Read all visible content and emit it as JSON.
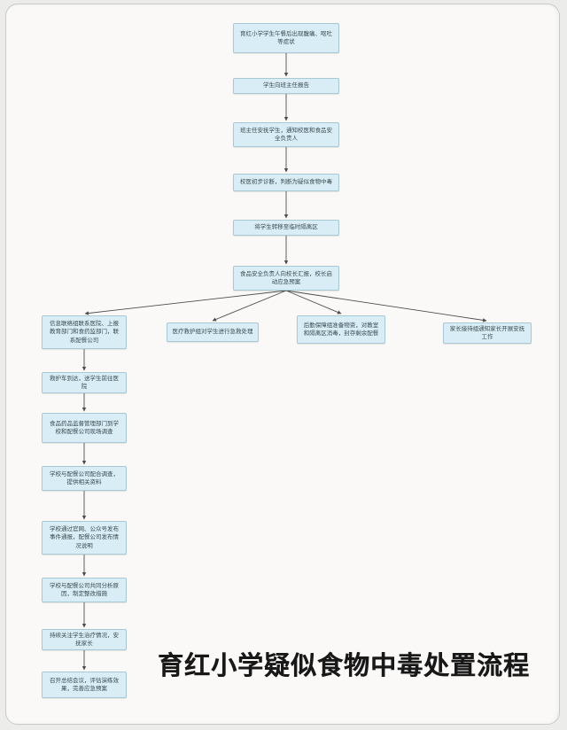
{
  "page": {
    "title": "育红小学疑似食物中毒处置流程",
    "background": "#faf9f7"
  },
  "colors": {
    "node_fill": "#d8edf5",
    "node_border": "#a9c8d4",
    "node_text": "#3b4a52",
    "arrow": "#4d4d4d",
    "title_text": "#181818",
    "frame_border": "#c9c9c6"
  },
  "nodes": {
    "symptoms": "育红小学学生午餐后出现腹痛、呕吐等症状",
    "report_teacher": "学生向班主任报告",
    "teacher_notify": "班主任安抚学生，通知校医和食品安全负责人",
    "doctor_diagnose": "校医初步诊断，判断为疑似食物中毒",
    "isolate": "将学生转移至临时隔离区",
    "principal_activate": "食品安全负责人向校长汇报，校长启动应急预案",
    "info_group": "信息联络组联系医院、上报教育部门和食药监部门，联系配餐公司",
    "medical_group": "医疗救护组对学生进行急救处理",
    "logistics_group": "后勤保障组准备物资，对教室和隔离区消毒，封存剩余配餐",
    "parents_group": "家长接待组通知家长开展安抚工作",
    "ambulance": "救护车到达，送学生前往医院",
    "fda_investigate": "食品药品监督管理部门到学校和配餐公司现场调查",
    "cooperate": "学校与配餐公司配合调查，提供相关资料",
    "publish": "学校通过官网、公众号发布事件通报，配餐公司发布情况说明",
    "analyze": "学校与配餐公司共同分析原因，制定整改措施",
    "follow_up": "持续关注学生治疗情况，安抚家长",
    "summary": "召开总结会议，评估演练效果，完善应急预案"
  },
  "edges": [
    {
      "from": "symptoms",
      "to": "report_teacher"
    },
    {
      "from": "report_teacher",
      "to": "teacher_notify"
    },
    {
      "from": "teacher_notify",
      "to": "doctor_diagnose"
    },
    {
      "from": "doctor_diagnose",
      "to": "isolate"
    },
    {
      "from": "isolate",
      "to": "principal_activate"
    },
    {
      "from": "principal_activate",
      "to": "info_group"
    },
    {
      "from": "principal_activate",
      "to": "medical_group"
    },
    {
      "from": "principal_activate",
      "to": "logistics_group"
    },
    {
      "from": "principal_activate",
      "to": "parents_group"
    },
    {
      "from": "info_group",
      "to": "ambulance"
    },
    {
      "from": "ambulance",
      "to": "fda_investigate"
    },
    {
      "from": "fda_investigate",
      "to": "cooperate"
    },
    {
      "from": "cooperate",
      "to": "publish"
    },
    {
      "from": "publish",
      "to": "analyze"
    },
    {
      "from": "analyze",
      "to": "follow_up"
    },
    {
      "from": "follow_up",
      "to": "summary"
    }
  ]
}
